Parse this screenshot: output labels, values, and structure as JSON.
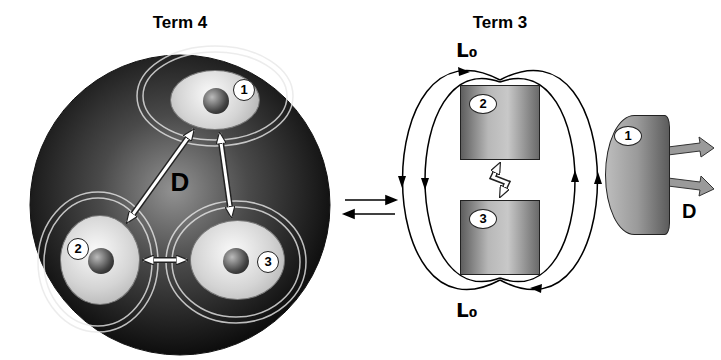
{
  "diagram": {
    "nodes": [
      {
        "text": [
          "Term 4",
          "D"
        ]
      },
      {
        "text": [
          "1"
        ],
        "in": 0
      },
      {
        "text": [
          "2"
        ],
        "in": 0
      },
      {
        "text": [
          "3"
        ],
        "in": 0
      },
      {
        "text": [
          "2"
        ]
      },
      {
        "text": [
          "3"
        ]
      },
      {
        "text": [
          "1"
        ]
      }
    ],
    "edges": [
      {
        "from": 1,
        "to": 2,
        "arrow": "both"
      },
      {
        "from": 2,
        "to": 3,
        "arrow": "both"
      },
      {
        "from": 3,
        "to": 1,
        "arrow": "both"
      },
      {
        "from": 4,
        "to": 5,
        "arrow": "both"
      }
    ],
    "labels": [
      "Term 3",
      "L₀",
      "L₀",
      "D"
    ]
  }
}
